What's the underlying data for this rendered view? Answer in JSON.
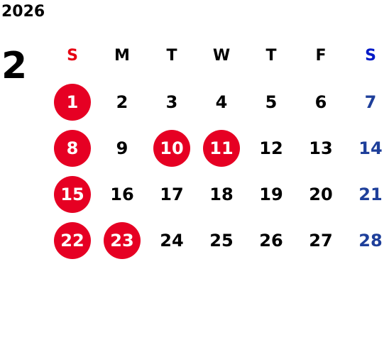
{
  "calendar": {
    "year": "2026",
    "month": "2",
    "weekdays": [
      "S",
      "M",
      "T",
      "W",
      "T",
      "F",
      "S"
    ],
    "weeks": [
      [
        {
          "day": "1",
          "holiday": true
        },
        {
          "day": "2",
          "holiday": false
        },
        {
          "day": "3",
          "holiday": false
        },
        {
          "day": "4",
          "holiday": false
        },
        {
          "day": "5",
          "holiday": false
        },
        {
          "day": "6",
          "holiday": false
        },
        {
          "day": "7",
          "holiday": false
        }
      ],
      [
        {
          "day": "8",
          "holiday": true
        },
        {
          "day": "9",
          "holiday": false
        },
        {
          "day": "10",
          "holiday": true
        },
        {
          "day": "11",
          "holiday": true
        },
        {
          "day": "12",
          "holiday": false
        },
        {
          "day": "13",
          "holiday": false
        },
        {
          "day": "14",
          "holiday": false
        }
      ],
      [
        {
          "day": "15",
          "holiday": true
        },
        {
          "day": "16",
          "holiday": false
        },
        {
          "day": "17",
          "holiday": false
        },
        {
          "day": "18",
          "holiday": false
        },
        {
          "day": "19",
          "holiday": false
        },
        {
          "day": "20",
          "holiday": false
        },
        {
          "day": "21",
          "holiday": false
        }
      ],
      [
        {
          "day": "22",
          "holiday": true
        },
        {
          "day": "23",
          "holiday": true
        },
        {
          "day": "24",
          "holiday": false
        },
        {
          "day": "25",
          "holiday": false
        },
        {
          "day": "26",
          "holiday": false
        },
        {
          "day": "27",
          "holiday": false
        },
        {
          "day": "28",
          "holiday": false
        }
      ]
    ]
  },
  "colors": {
    "sunday_header": "#e60012",
    "saturday_header": "#0019c7",
    "saturday_date": "#1e3f9a",
    "holiday_circle": "#e60023",
    "text": "#000000"
  }
}
